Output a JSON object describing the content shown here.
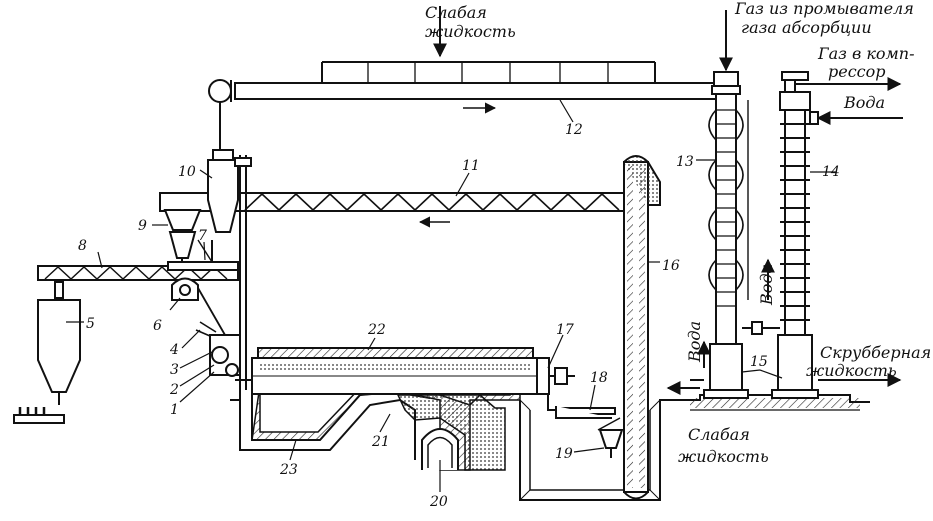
{
  "labels": {
    "weak_liquid_top_1": "Слабая",
    "weak_liquid_top_2": "жидкость",
    "gas_from_washer_1": "Газ из промывателя",
    "gas_from_washer_2": "газа абсорбции",
    "gas_to_compressor_1": "Газ в комп-",
    "gas_to_compressor_2": "рессор",
    "water_top": "Вода",
    "water_mid": "Вода",
    "water_low": "Вода",
    "scrubber_liquid_1": "Скрубберная",
    "scrubber_liquid_2": "жидкость",
    "weak_liquid_bottom_1": "Слабая",
    "weak_liquid_bottom_2": "жидкость"
  },
  "numbers": {
    "n1": "1",
    "n2": "2",
    "n3": "3",
    "n4": "4",
    "n5": "5",
    "n6": "6",
    "n7": "7",
    "n8": "8",
    "n9": "9",
    "n10": "10",
    "n11": "11",
    "n12": "12",
    "n13": "13",
    "n14": "14",
    "n15": "15",
    "n16": "16",
    "n17": "17",
    "n18": "18",
    "n19": "19",
    "n20": "20",
    "n21": "21",
    "n22": "22",
    "n23": "23"
  }
}
